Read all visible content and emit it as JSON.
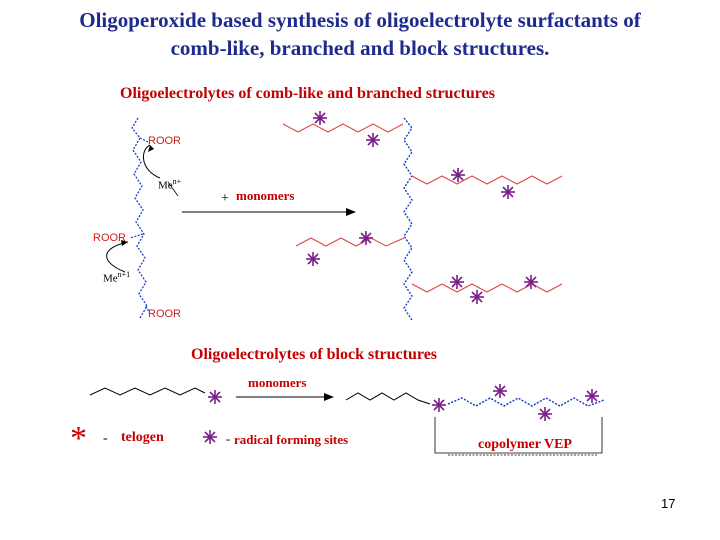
{
  "title_line1": "Oligoperoxide based synthesis of oligoelectrolyte surfactants of",
  "title_line2": "comb-like, branched and block structures.",
  "section_comb": "Oligoelectrolytes of comb-like and branched structures",
  "section_block": "Oligoelectrolytes of block structures",
  "scheme_top": {
    "plus": "+",
    "monomers": "monomers",
    "roor_labels": [
      "ROOR",
      "ROOR",
      "ROOR"
    ],
    "metal_label": "Me",
    "metal_charge_1": "n+",
    "metal_charge_2": "n+1"
  },
  "scheme_bottom": {
    "monomers": "monomers",
    "copolymer_label": "copolymer VEP"
  },
  "legend": {
    "star_symbol": "*",
    "dash": "-",
    "telogen": "telogen",
    "radical_dash": "-",
    "radical_sites": "radical forming sites"
  },
  "page_number": "17",
  "colors": {
    "title": "#1e2a8c",
    "heading": "#c40000",
    "chain_blue": "#1a3fc8",
    "chain_red": "#e04040",
    "star": "#7a1f8a",
    "black": "#000000"
  }
}
